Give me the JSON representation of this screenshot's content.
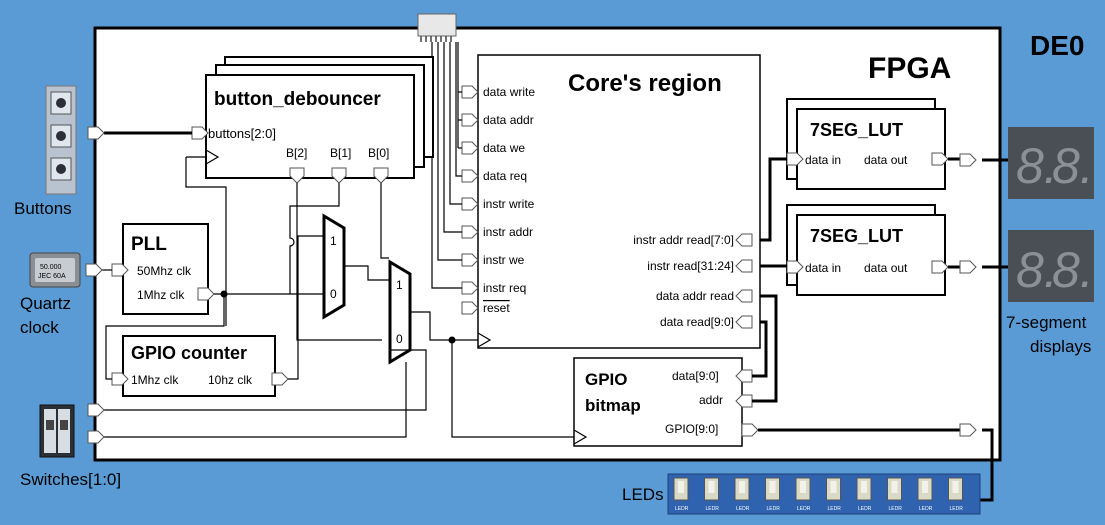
{
  "board": {
    "label": "DE0"
  },
  "fpga": {
    "label": "FPGA"
  },
  "core": {
    "title": "Core's region",
    "left_ports": [
      "data write",
      "data addr",
      "data we",
      "data req",
      "instr write",
      "instr addr",
      "instr we",
      "instr req",
      "reset"
    ],
    "right_ports": [
      "instr addr read[7:0]",
      "instr read[31:24]",
      "data addr read",
      "data read[9:0]"
    ]
  },
  "debouncer": {
    "title": "button_debouncer",
    "input": "buttons[2:0]",
    "outputs": [
      "B[2]",
      "B[1]",
      "B[0]"
    ]
  },
  "pll": {
    "title": "PLL",
    "input": "50Mhz clk",
    "output": "1Mhz clk"
  },
  "gpio_counter": {
    "title": "GPIO counter",
    "input": "1Mhz clk",
    "output": "10hz clk"
  },
  "mux1": {
    "in1": "1",
    "in0": "0"
  },
  "mux2": {
    "in1": "1",
    "in0": "0"
  },
  "lut1": {
    "title": "7SEG_LUT",
    "input": "data in",
    "output": "data out"
  },
  "lut2": {
    "title": "7SEG_LUT",
    "input": "data in",
    "output": "data out"
  },
  "gpio_bitmap": {
    "title_line1": "GPIO",
    "title_line2": "bitmap",
    "ports": [
      "data[9:0]",
      "addr",
      "GPIO[9:0]"
    ]
  },
  "external": {
    "buttons": "Buttons",
    "quartz_line1": "Quartz",
    "quartz_line2": "clock",
    "switches": "Switches[1:0]",
    "leds": "LEDs",
    "seg_line1": "7-segment",
    "seg_line2": "displays",
    "crystal_text1": "50.000",
    "crystal_text2": "JEC 60A"
  },
  "led_labels": [
    "LEDR",
    "LEDR",
    "LEDR",
    "LEDR",
    "LEDR",
    "LEDR",
    "LEDR",
    "LEDR",
    "LEDR",
    "LEDR"
  ],
  "colors": {
    "board": "#5b9bd5",
    "fpga": "#ffffff",
    "seg_panel": "#4a4f55",
    "seg_digit": "#8c9096"
  }
}
